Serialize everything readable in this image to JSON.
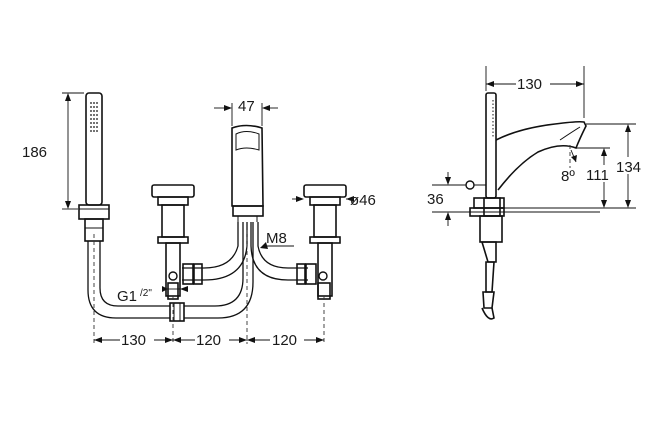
{
  "front_view": {
    "dimensions": {
      "height_handshower": "186",
      "spout_width": "47",
      "knob_diameter": "ø46",
      "thread_m8": "M8",
      "thread_g_main": "G1",
      "thread_g_fraction": "/2\"",
      "spacing_left": "130",
      "spacing_mid": "120",
      "spacing_right": "120"
    }
  },
  "side_view": {
    "dimensions": {
      "reach": "130",
      "angle": "8º",
      "height_spout": "111",
      "height_total": "134",
      "deck_thickness": "36"
    }
  }
}
